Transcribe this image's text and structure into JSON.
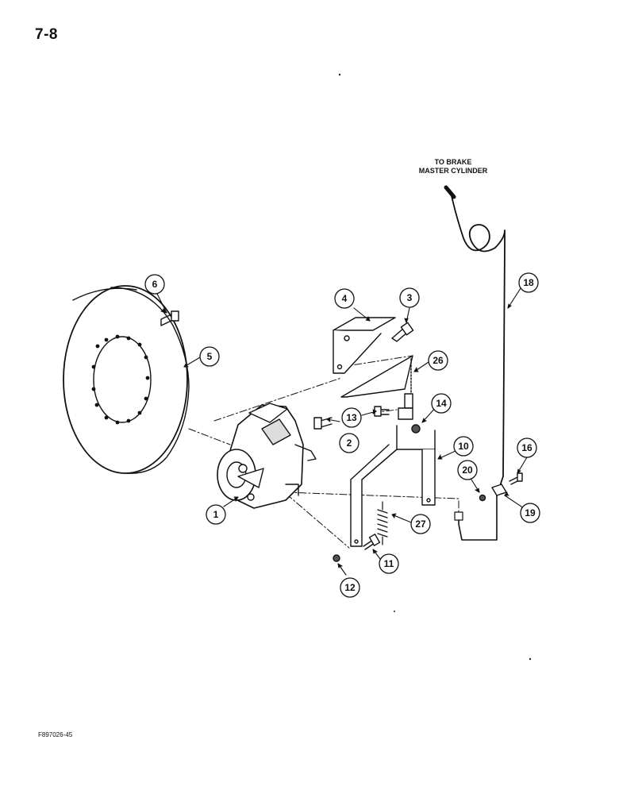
{
  "page": {
    "number": "7-8",
    "figure_code": "F897026-45"
  },
  "note": {
    "line1": "TO BRAKE",
    "line2": "MASTER CYLINDER"
  },
  "callouts": [
    {
      "id": "c1",
      "label": "1"
    },
    {
      "id": "c2",
      "label": "2"
    },
    {
      "id": "c3",
      "label": "3"
    },
    {
      "id": "c4",
      "label": "4"
    },
    {
      "id": "c5",
      "label": "5"
    },
    {
      "id": "c6",
      "label": "6"
    },
    {
      "id": "c10",
      "label": "10"
    },
    {
      "id": "c11",
      "label": "11"
    },
    {
      "id": "c12",
      "label": "12"
    },
    {
      "id": "c13",
      "label": "13"
    },
    {
      "id": "c14",
      "label": "14"
    },
    {
      "id": "c16",
      "label": "16"
    },
    {
      "id": "c18",
      "label": "18"
    },
    {
      "id": "c19",
      "label": "19"
    },
    {
      "id": "c20",
      "label": "20"
    },
    {
      "id": "c26",
      "label": "26"
    },
    {
      "id": "c27",
      "label": "27"
    }
  ]
}
